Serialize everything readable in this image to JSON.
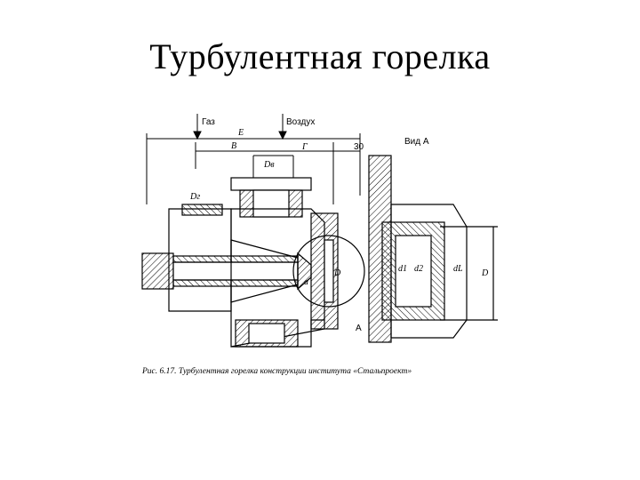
{
  "title": "Турбулентная горелка",
  "figure": {
    "labels": {
      "gas": "Газ",
      "air": "Воздух",
      "E": "Е",
      "B": "В",
      "G": "Г",
      "thirty": "30",
      "view_title": "Вид А",
      "Db": "Dв",
      "Dg": "Dг",
      "D": "D",
      "a": "a",
      "A": "А",
      "d1": "d1",
      "d2": "d2",
      "dL": "dL",
      "D_right": "D"
    },
    "caption": "Рис. 6.17. Турбулентная горелка конструкции института «Стальпроект»"
  }
}
